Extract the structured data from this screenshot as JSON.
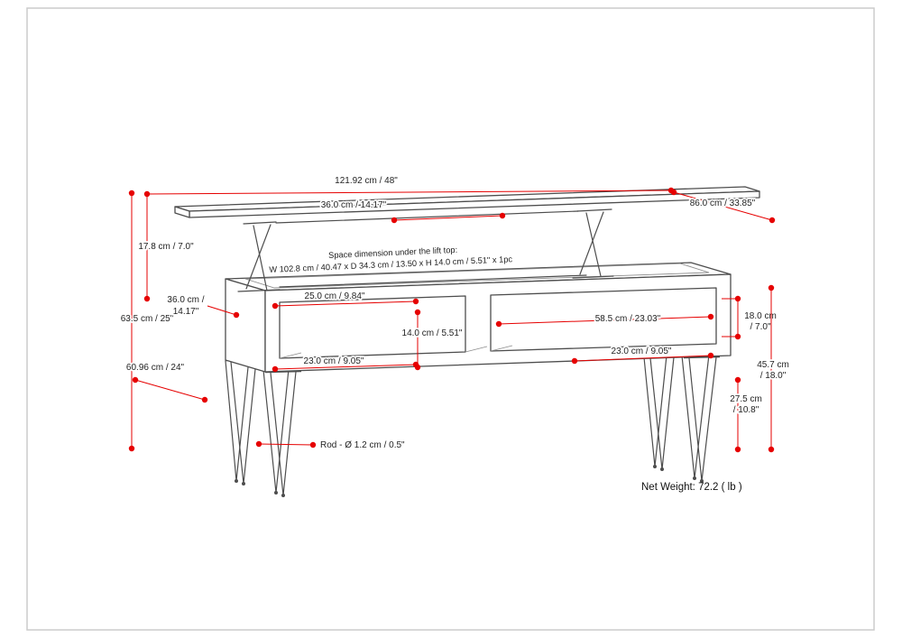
{
  "page": {
    "background": "#ffffff",
    "border_color": "#cccccc"
  },
  "colors": {
    "dimension_line": "#e60000",
    "drawing_line": "#4d4d4d",
    "label_text": "#1f1f1f"
  },
  "diagram": {
    "net_weight": "Net Weight: 72.2 ( lb )",
    "space_note_line1": "Space dimension under the lift top:",
    "space_note_line2": "W 102.8 cm / 40.47 x D 34.3 cm / 13.50 x H 14.0 cm / 5.51\" x 1pc",
    "dims": {
      "top_width": "121.92 cm / 48\"",
      "top_rail_spacing": "36.0 cm / 14.17\"",
      "top_depth": "86.0 cm / 33.85\"",
      "lift_height": "17.8 cm / 7.0\"",
      "left_depth_line1": "36.0 cm /",
      "left_depth_line2": "14.17\"",
      "shelf_depth": "25.0 cm / 9.84\"",
      "overall_height": "63.5 cm / 25\"",
      "right_opening_width": "58.5 cm / 23.03\"",
      "opening_height_line1": "18.0 cm",
      "opening_height_line2": "/ 7.0\"",
      "inner_height": "14.0 cm / 5.51\"",
      "left_opening_width": "23.0 cm / 9.05\"",
      "right_opening_width2": "23.0 cm / 9.05\"",
      "base_depth": "60.96 cm / 24\"",
      "body_height_line1": "45.7 cm",
      "body_height_line2": "/ 18.0\"",
      "leg_height_line1": "27.5 cm",
      "leg_height_line2": "/ 10.8\"",
      "rod_diameter": "Rod - Ø 1.2 cm / 0.5\""
    }
  }
}
